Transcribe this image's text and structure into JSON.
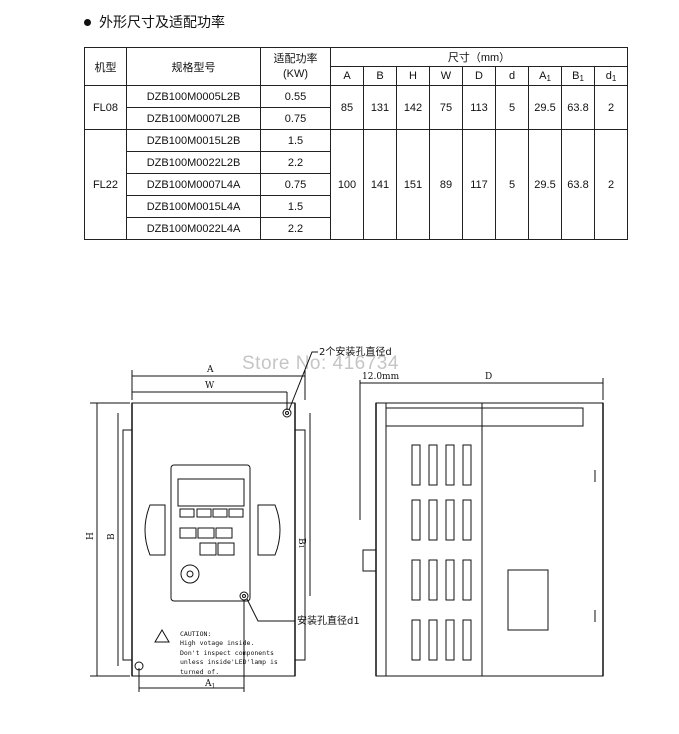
{
  "heading": "外形尺寸及适配功率",
  "table": {
    "header": {
      "model": "机型",
      "spec": "规格型号",
      "power": "适配功率",
      "power_unit": "(KW)",
      "dims": "尺寸（mm）",
      "dim_cols": [
        "A",
        "B",
        "H",
        "W",
        "D",
        "d",
        "A",
        "B",
        "d"
      ],
      "dim_subs": [
        "",
        "",
        "",
        "",
        "",
        "",
        "1",
        "1",
        "1"
      ]
    },
    "groups": [
      {
        "model": "FL08",
        "rows": [
          {
            "spec": "DZB100M0005L2B",
            "power": "0.55"
          },
          {
            "spec": "DZB100M0007L2B",
            "power": "0.75"
          }
        ],
        "dims": [
          "85",
          "131",
          "142",
          "75",
          "113",
          "5",
          "29.5",
          "63.8",
          "2"
        ]
      },
      {
        "model": "FL22",
        "rows": [
          {
            "spec": "DZB100M0015L2B",
            "power": "1.5"
          },
          {
            "spec": "DZB100M0022L2B",
            "power": "2.2"
          },
          {
            "spec": "DZB100M0007L4A",
            "power": "0.75"
          },
          {
            "spec": "DZB100M0015L4A",
            "power": "1.5"
          },
          {
            "spec": "DZB100M0022L4A",
            "power": "2.2"
          }
        ],
        "dims": [
          "100",
          "141",
          "151",
          "89",
          "117",
          "5",
          "29.5",
          "63.8",
          "2"
        ]
      }
    ]
  },
  "diagram": {
    "watermark": "Store No: 416734",
    "label_holes_d": "2个安装孔直径d",
    "label_hole_d1": "安装孔直径d1",
    "label_A": "A",
    "label_W": "W",
    "label_H": "H",
    "label_B": "B",
    "label_B1": "B",
    "label_B1_sub": "1",
    "label_A1": "A",
    "label_A1_sub": "1",
    "label_D": "D",
    "label_12mm": "12.0mm",
    "caution": [
      "CAUTION:",
      "High votage inside.",
      "Don't inspect components",
      "unless inside'LED'lamp is",
      "turned of."
    ]
  }
}
